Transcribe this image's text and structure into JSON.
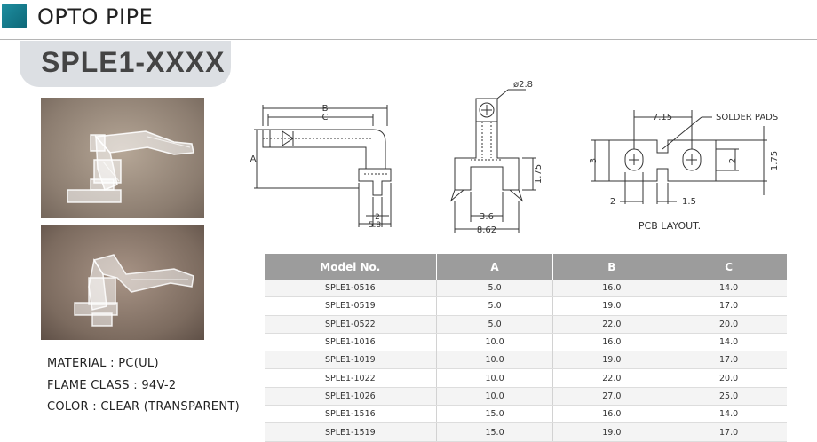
{
  "header": {
    "title": "OPTO PIPE",
    "model": "SPLE1-XXXX"
  },
  "specs": [
    "MATERIAL : PC(UL)",
    "FLAME CLASS : 94V-2",
    "COLOR : CLEAR (TRANSPARENT)"
  ],
  "drawing": {
    "side_labels": {
      "b": "B",
      "c": "C",
      "a": "A",
      "w2": "2",
      "w58": "5.8"
    },
    "front_labels": {
      "dia": "ø2.8",
      "h175": "1.75",
      "w36": "3.6",
      "w862": "8.62"
    },
    "pcb_labels": {
      "w715": "7.15",
      "pads": "SOLDER PADS",
      "h3": "3",
      "h2": "2",
      "h175": "1.75",
      "w2": "2",
      "w15": "1.5",
      "title": "PCB  LAYOUT."
    }
  },
  "table": {
    "headers": [
      "Model No.",
      "A",
      "B",
      "C"
    ],
    "rows": [
      [
        "SPLE1-0516",
        "5.0",
        "16.0",
        "14.0"
      ],
      [
        "SPLE1-0519",
        "5.0",
        "19.0",
        "17.0"
      ],
      [
        "SPLE1-0522",
        "5.0",
        "22.0",
        "20.0"
      ],
      [
        "SPLE1-1016",
        "10.0",
        "16.0",
        "14.0"
      ],
      [
        "SPLE1-1019",
        "10.0",
        "19.0",
        "17.0"
      ],
      [
        "SPLE1-1022",
        "10.0",
        "22.0",
        "20.0"
      ],
      [
        "SPLE1-1026",
        "10.0",
        "27.0",
        "25.0"
      ],
      [
        "SPLE1-1516",
        "15.0",
        "16.0",
        "14.0"
      ],
      [
        "SPLE1-1519",
        "15.0",
        "19.0",
        "17.0"
      ]
    ]
  }
}
